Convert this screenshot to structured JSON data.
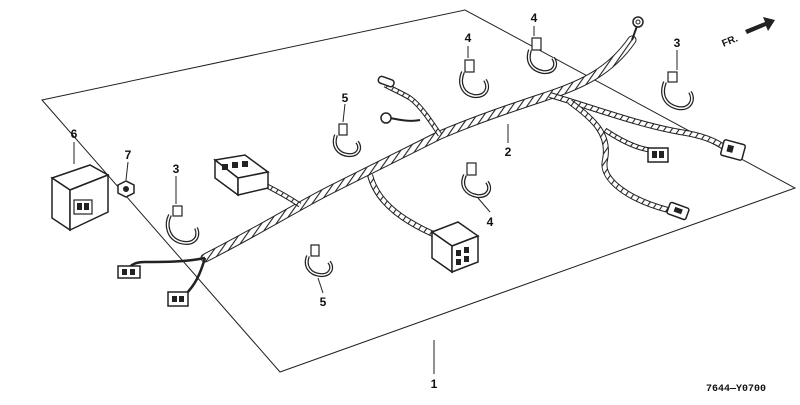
{
  "diagram": {
    "direction_label": "FR.",
    "diagram_code": "7644—Y0700",
    "callouts": {
      "c1": "1",
      "c2": "2",
      "c3a": "3",
      "c3b": "3",
      "c4a": "4",
      "c4b": "4",
      "c4c": "4",
      "c5a": "5",
      "c5b": "5",
      "c6": "6",
      "c7": "7"
    }
  }
}
